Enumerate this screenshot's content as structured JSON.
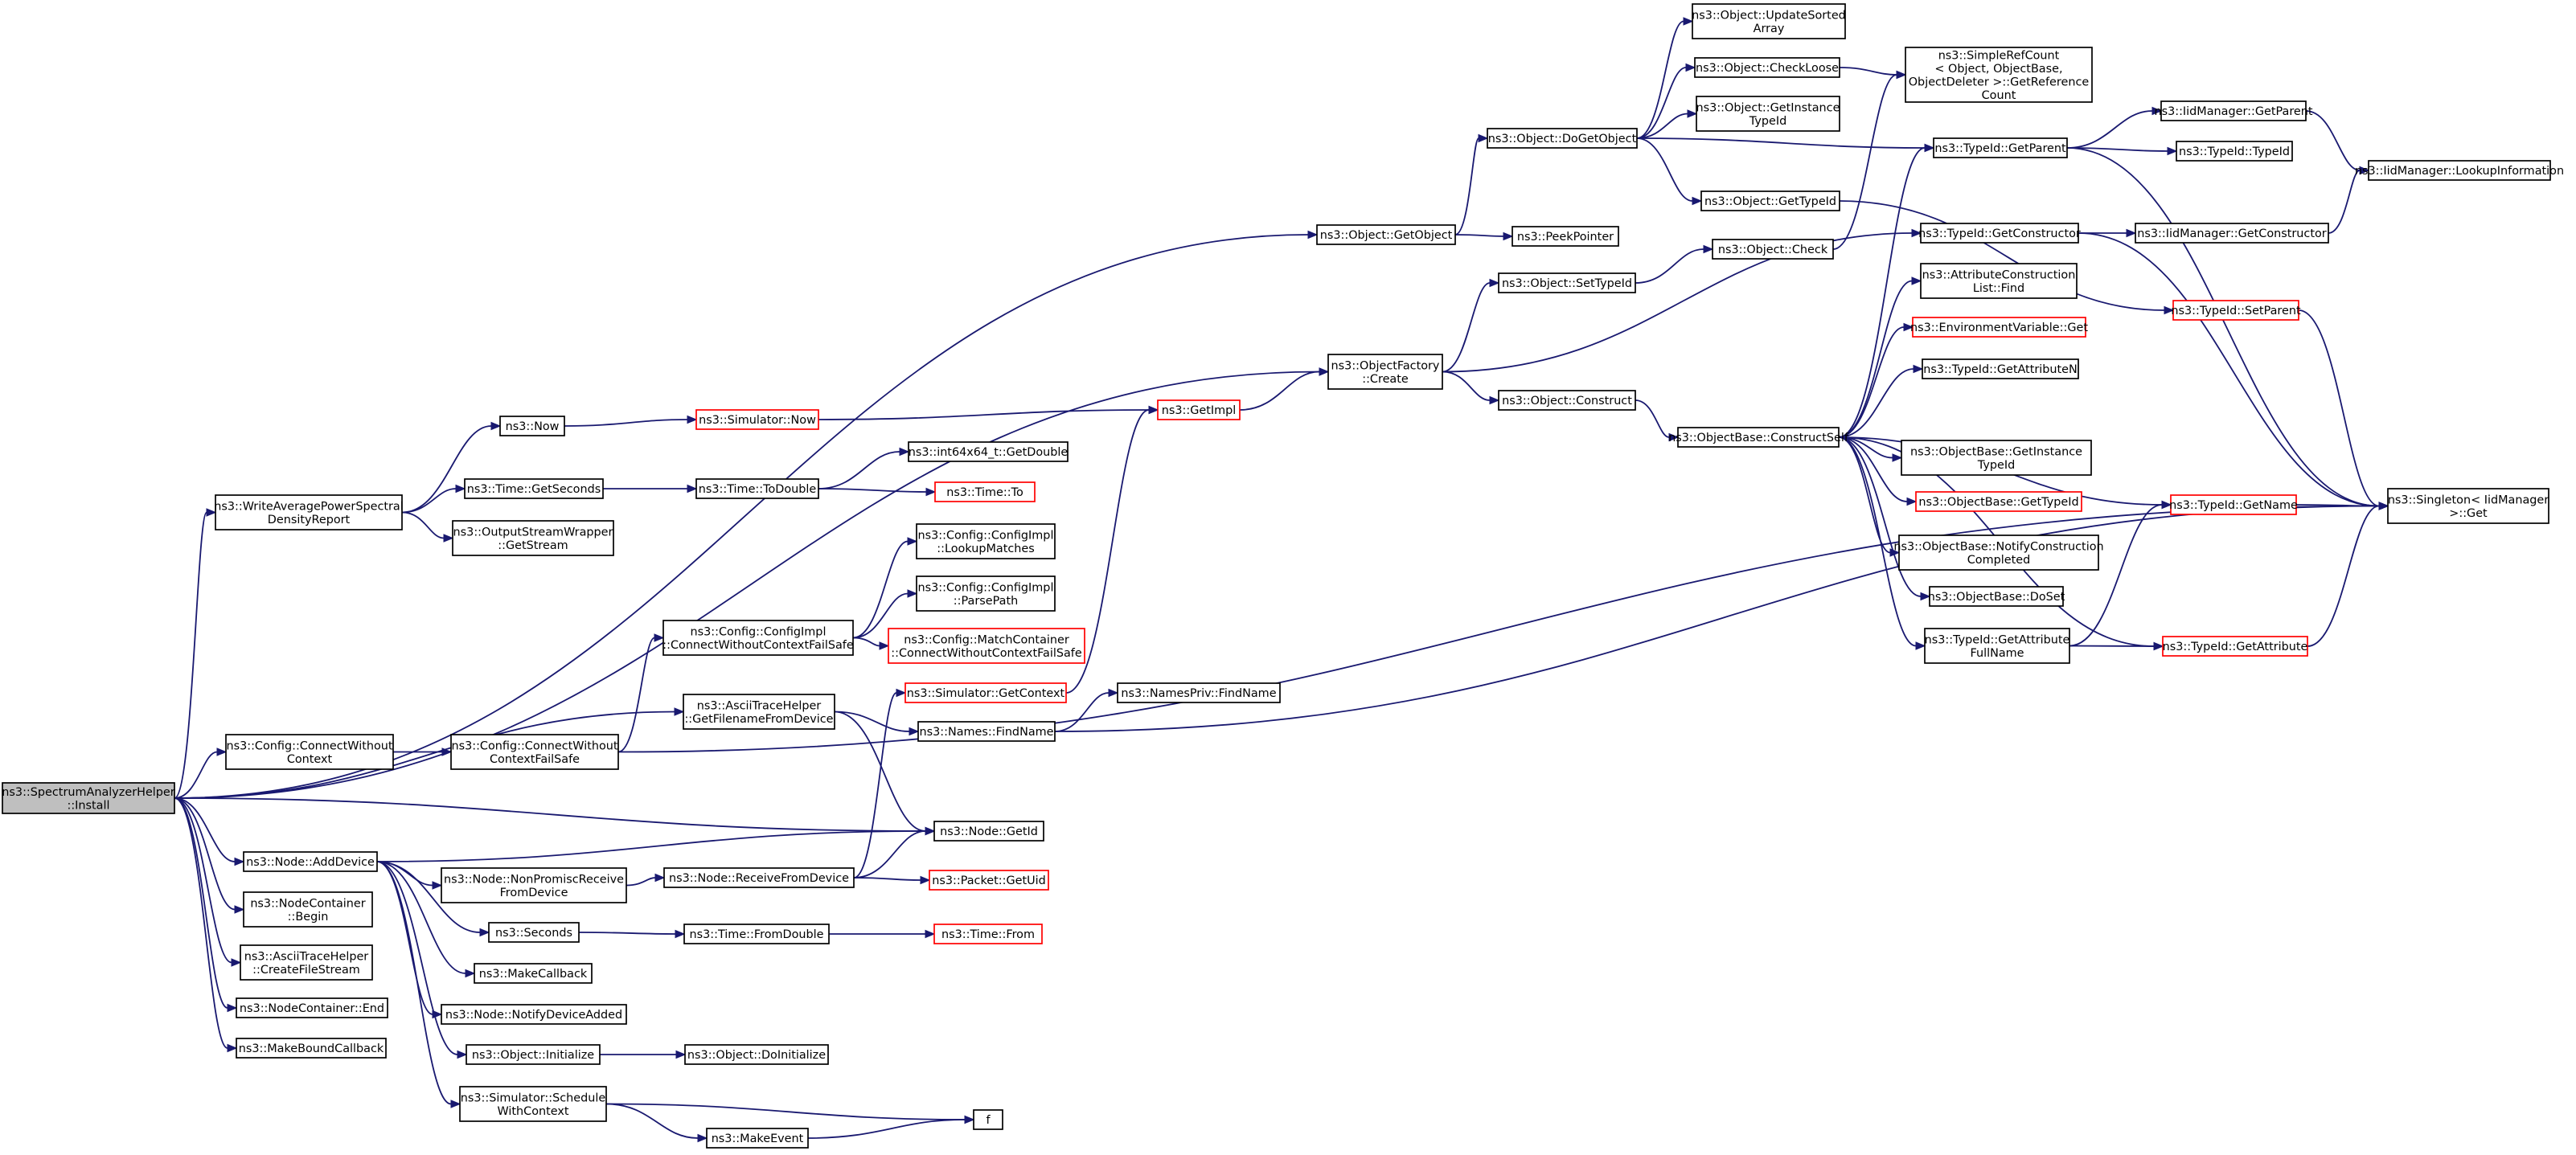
{
  "diagram": {
    "colors": {
      "edge": "#191970",
      "border": "#000000",
      "broken_link_border": "#ff0000",
      "root_fill": "#bfbfbf"
    },
    "nodes": {
      "root": [
        "ns3::SpectrumAnalyzerHelper",
        "::Install"
      ],
      "getobject": [
        "ns3::Object::GetObject"
      ],
      "dogetobject": [
        "ns3::Object::DoGetObject"
      ],
      "updatesorted": [
        "ns3::Object::UpdateSorted",
        "Array"
      ],
      "checkloose": [
        "ns3::Object::CheckLoose"
      ],
      "getinstancetypeid_obj": [
        "ns3::Object::GetInstance",
        "TypeId"
      ],
      "gettypeid_obj": [
        "ns3::Object::GetTypeId"
      ],
      "simplerefcount": [
        "ns3::SimpleRefCount",
        "< Object, ObjectBase,",
        "ObjectDeleter >::GetReference",
        "Count"
      ],
      "peekpointer": [
        "ns3::PeekPointer"
      ],
      "objectcheck": [
        "ns3::Object::Check"
      ],
      "settypeid": [
        "ns3::Object::SetTypeId"
      ],
      "typeid_getparent": [
        "ns3::TypeId::GetParent"
      ],
      "iid_getparent": [
        "ns3::IidManager::GetParent"
      ],
      "typeid_typeid": [
        "ns3::TypeId::TypeId"
      ],
      "iid_lookupinfo": [
        "ns3::IidManager::LookupInformation"
      ],
      "typeid_getconstructor": [
        "ns3::TypeId::GetConstructor"
      ],
      "iid_getconstructor": [
        "ns3::IidManager::GetConstructor"
      ],
      "typeid_setparent": [
        "ns3::TypeId::SetParent"
      ],
      "attrconstructionlist": [
        "ns3::AttributeConstruction",
        "List::Find"
      ],
      "envvar_get": [
        "ns3::EnvironmentVariable::Get"
      ],
      "typeid_getattributen": [
        "ns3::TypeId::GetAttributeN"
      ],
      "objectfactory_create": [
        "ns3::ObjectFactory",
        "::Create"
      ],
      "object_construct": [
        "ns3::Object::Construct"
      ],
      "constructself": [
        "ns3::ObjectBase::ConstructSelf"
      ],
      "objbase_getinstancetypeid": [
        "ns3::ObjectBase::GetInstance",
        "TypeId"
      ],
      "objbase_gettypeid": [
        "ns3::ObjectBase::GetTypeId"
      ],
      "notifyconstruction": [
        "ns3::ObjectBase::NotifyConstruction",
        "Completed"
      ],
      "objbase_doset": [
        "ns3::ObjectBase::DoSet"
      ],
      "getattributefullname": [
        "ns3::TypeId::GetAttribute",
        "FullName"
      ],
      "typeid_getname": [
        "ns3::TypeId::GetName"
      ],
      "typeid_getattribute": [
        "ns3::TypeId::GetAttribute"
      ],
      "singleton_get": [
        "ns3::Singleton< IidManager",
        ">::Get"
      ],
      "getimpl": [
        "ns3::GetImpl"
      ],
      "ns3now": [
        "ns3::Now"
      ],
      "simulator_now": [
        "ns3::Simulator::Now"
      ],
      "int64x64_getdouble": [
        "ns3::int64x64_t::GetDouble"
      ],
      "time_getseconds": [
        "ns3::Time::GetSeconds"
      ],
      "time_todouble": [
        "ns3::Time::ToDouble"
      ],
      "time_to": [
        "ns3::Time::To"
      ],
      "writeavgpsd": [
        "ns3::WriteAveragePowerSpectral",
        "DensityReport"
      ],
      "outputstreamwrapper": [
        "ns3::OutputStreamWrapper",
        "::GetStream"
      ],
      "cfg_lookupmatches": [
        "ns3::Config::ConfigImpl",
        "::LookupMatches"
      ],
      "cfg_parsepath": [
        "ns3::Config::ConfigImpl",
        "::ParsePath"
      ],
      "cfg_connectfailsafe": [
        "ns3::Config::ConfigImpl",
        "::ConnectWithoutContextFailSafe"
      ],
      "matchcontainer_connect": [
        "ns3::Config::MatchContainer",
        "::ConnectWithoutContextFailSafe"
      ],
      "simulator_getcontext": [
        "ns3::Simulator::GetContext"
      ],
      "namespriv_findname": [
        "ns3::NamesPriv::FindName"
      ],
      "asciitrace_getfilename": [
        "ns3::AsciiTraceHelper",
        "::GetFilenameFromDevice"
      ],
      "names_findname": [
        "ns3::Names::FindName"
      ],
      "config_connectwithoutcontext": [
        "ns3::Config::ConnectWithout",
        "Context"
      ],
      "config_connectfailsafe": [
        "ns3::Config::ConnectWithout",
        "ContextFailSafe"
      ],
      "node_getid": [
        "ns3::Node::GetId"
      ],
      "node_adddevice": [
        "ns3::Node::AddDevice"
      ],
      "node_nonpromisc": [
        "ns3::Node::NonPromiscReceive",
        "FromDevice"
      ],
      "node_receivefromdevice": [
        "ns3::Node::ReceiveFromDevice"
      ],
      "packet_getuid": [
        "ns3::Packet::GetUid"
      ],
      "nodecontainer_begin": [
        "ns3::NodeContainer",
        "::Begin"
      ],
      "seconds": [
        "ns3::Seconds"
      ],
      "time_fromdouble": [
        "ns3::Time::FromDouble"
      ],
      "time_from": [
        "ns3::Time::From"
      ],
      "asciitrace_createfilestream": [
        "ns3::AsciiTraceHelper",
        "::CreateFileStream"
      ],
      "makecallback": [
        "ns3::MakeCallback"
      ],
      "nodecontainer_end": [
        "ns3::NodeContainer::End"
      ],
      "node_notifydeviceadded": [
        "ns3::Node::NotifyDeviceAdded"
      ],
      "makeboundcallback": [
        "ns3::MakeBoundCallback"
      ],
      "object_initialize": [
        "ns3::Object::Initialize"
      ],
      "object_doinitialize": [
        "ns3::Object::DoInitialize"
      ],
      "simulator_schedule": [
        "ns3::Simulator::Schedule",
        "WithContext"
      ],
      "f": [
        "f"
      ],
      "makeevent": [
        "ns3::MakeEvent"
      ]
    }
  }
}
